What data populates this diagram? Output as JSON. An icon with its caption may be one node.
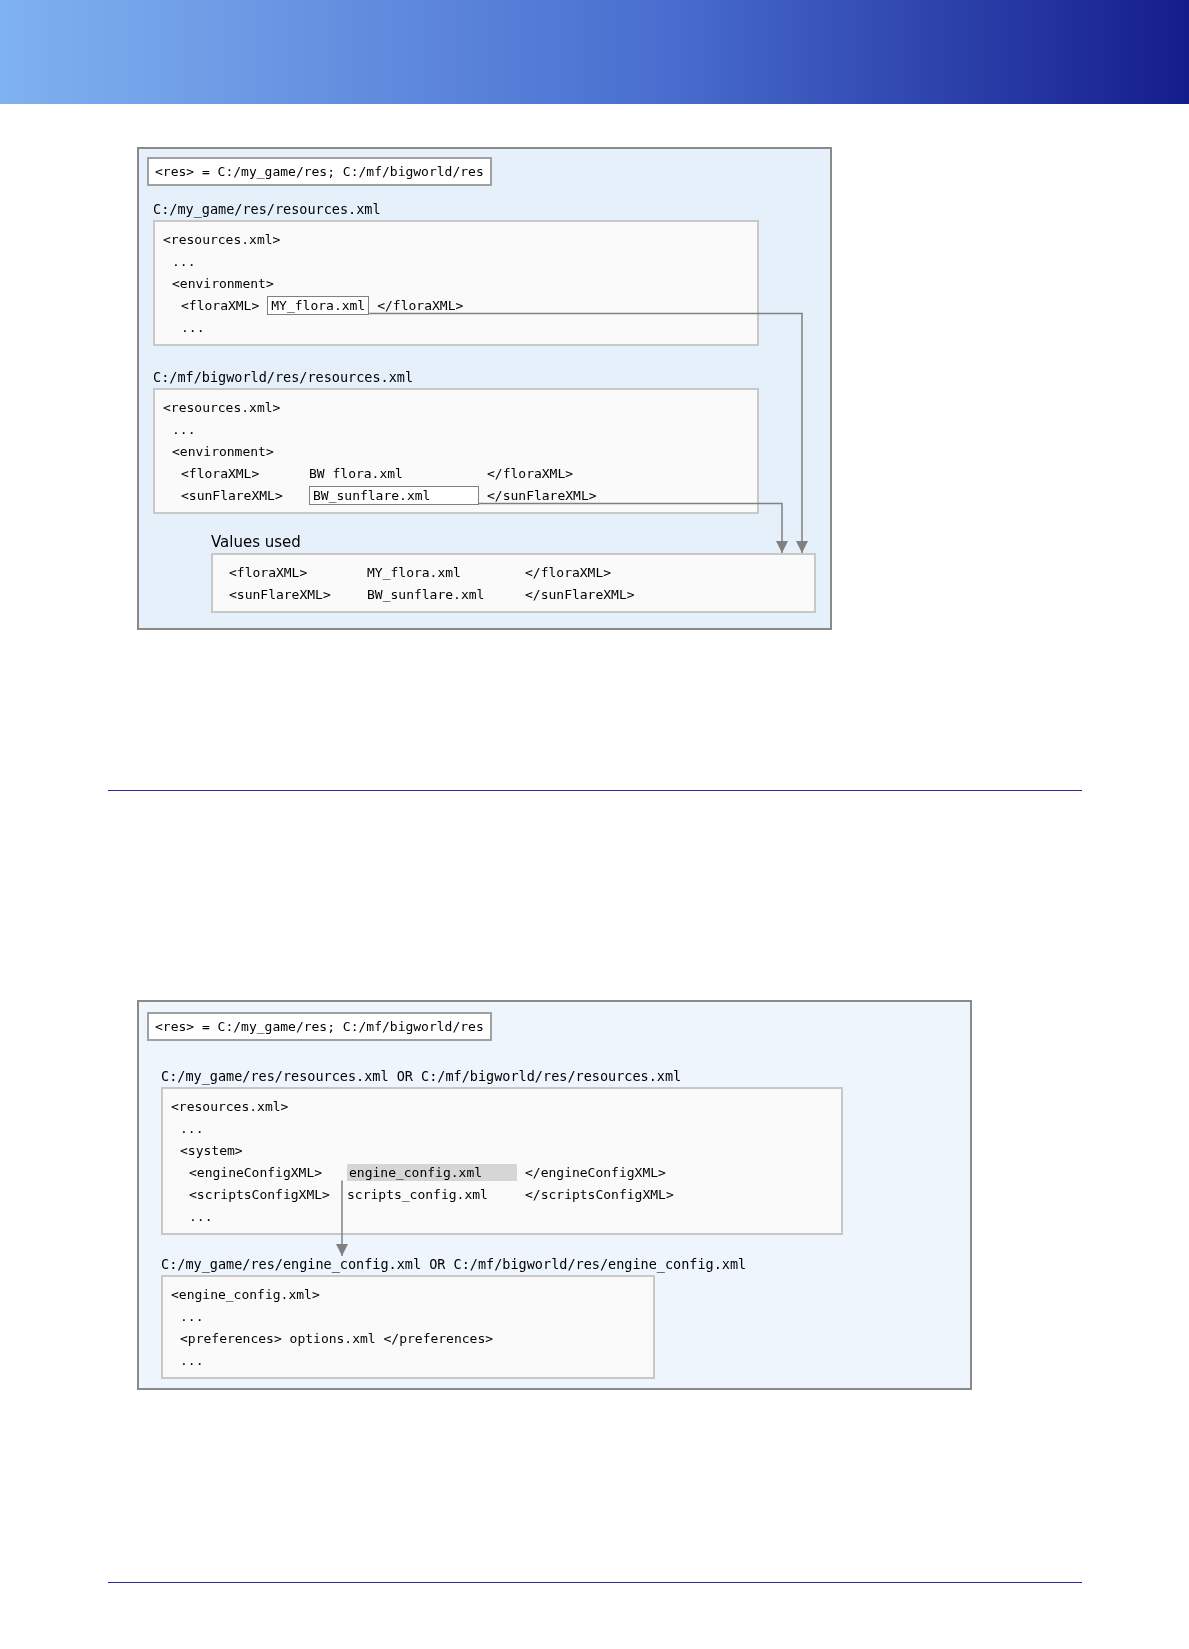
{
  "diagram": {
    "nodes": [
      {
        "text": [],
        "shape": "box"
      },
      {
        "text": [
          "<res> = C:/my_game/res; C:/mf/bigworld/res"
        ],
        "in": 0
      },
      {
        "text": [
          "C:/my_game/res/resources.xml",
          "<resources.xml>",
          "...",
          "<environment>",
          "<floraXML>",
          "</floraXML>",
          "..."
        ],
        "in": 0
      },
      {
        "text": [
          "MY_flora.xml"
        ],
        "in": 2
      },
      {
        "text": [
          "C:/mf/bigworld/res/resources.xml",
          "<resources.xml>",
          "...",
          "<environment>",
          "<floraXML>",
          "BW flora.xml",
          "</floraXML>",
          "<sunFlareXML>",
          "</sunFlareXML>"
        ],
        "in": 0
      },
      {
        "text": [
          "BW_sunflare.xml"
        ],
        "in": 4
      },
      {
        "text": [
          "Values used",
          "<floraXML>",
          "MY_flora.xml",
          "</floraXML>",
          "<sunFlareXML>",
          "BW_sunflare.xml",
          "</sunFlareXML>"
        ],
        "in": 0
      },
      {
        "text": [],
        "shape": "box"
      },
      {
        "text": [
          "<res> = C:/my_game/res; C:/mf/bigworld/res"
        ],
        "in": 7
      },
      {
        "text": [
          "C:/my_game/res/resources.xml OR C:/mf/bigworld/res/resources.xml",
          "<resources.xml>",
          "...",
          "<system>",
          "<engineConfigXML>",
          "</engineConfigXML>",
          "<scriptsConfigXML>",
          "scripts_config.xml",
          "</scriptsConfigXML>",
          "..."
        ],
        "in": 7
      },
      {
        "text": [
          "engine_config.xml"
        ],
        "in": 9
      },
      {
        "text": [
          "C:/my_game/res/engine_config.xml OR C:/mf/bigworld/res/engine_config.xml",
          "<engine_config.xml>",
          "...",
          "<preferences> options.xml </preferences>",
          "..."
        ],
        "in": 7
      }
    ],
    "edges": [
      {
        "from": 3,
        "to": 6,
        "arrow": "to"
      },
      {
        "from": 5,
        "to": 6,
        "arrow": "to"
      },
      {
        "from": 10,
        "to": 11,
        "arrow": "to"
      }
    ]
  }
}
